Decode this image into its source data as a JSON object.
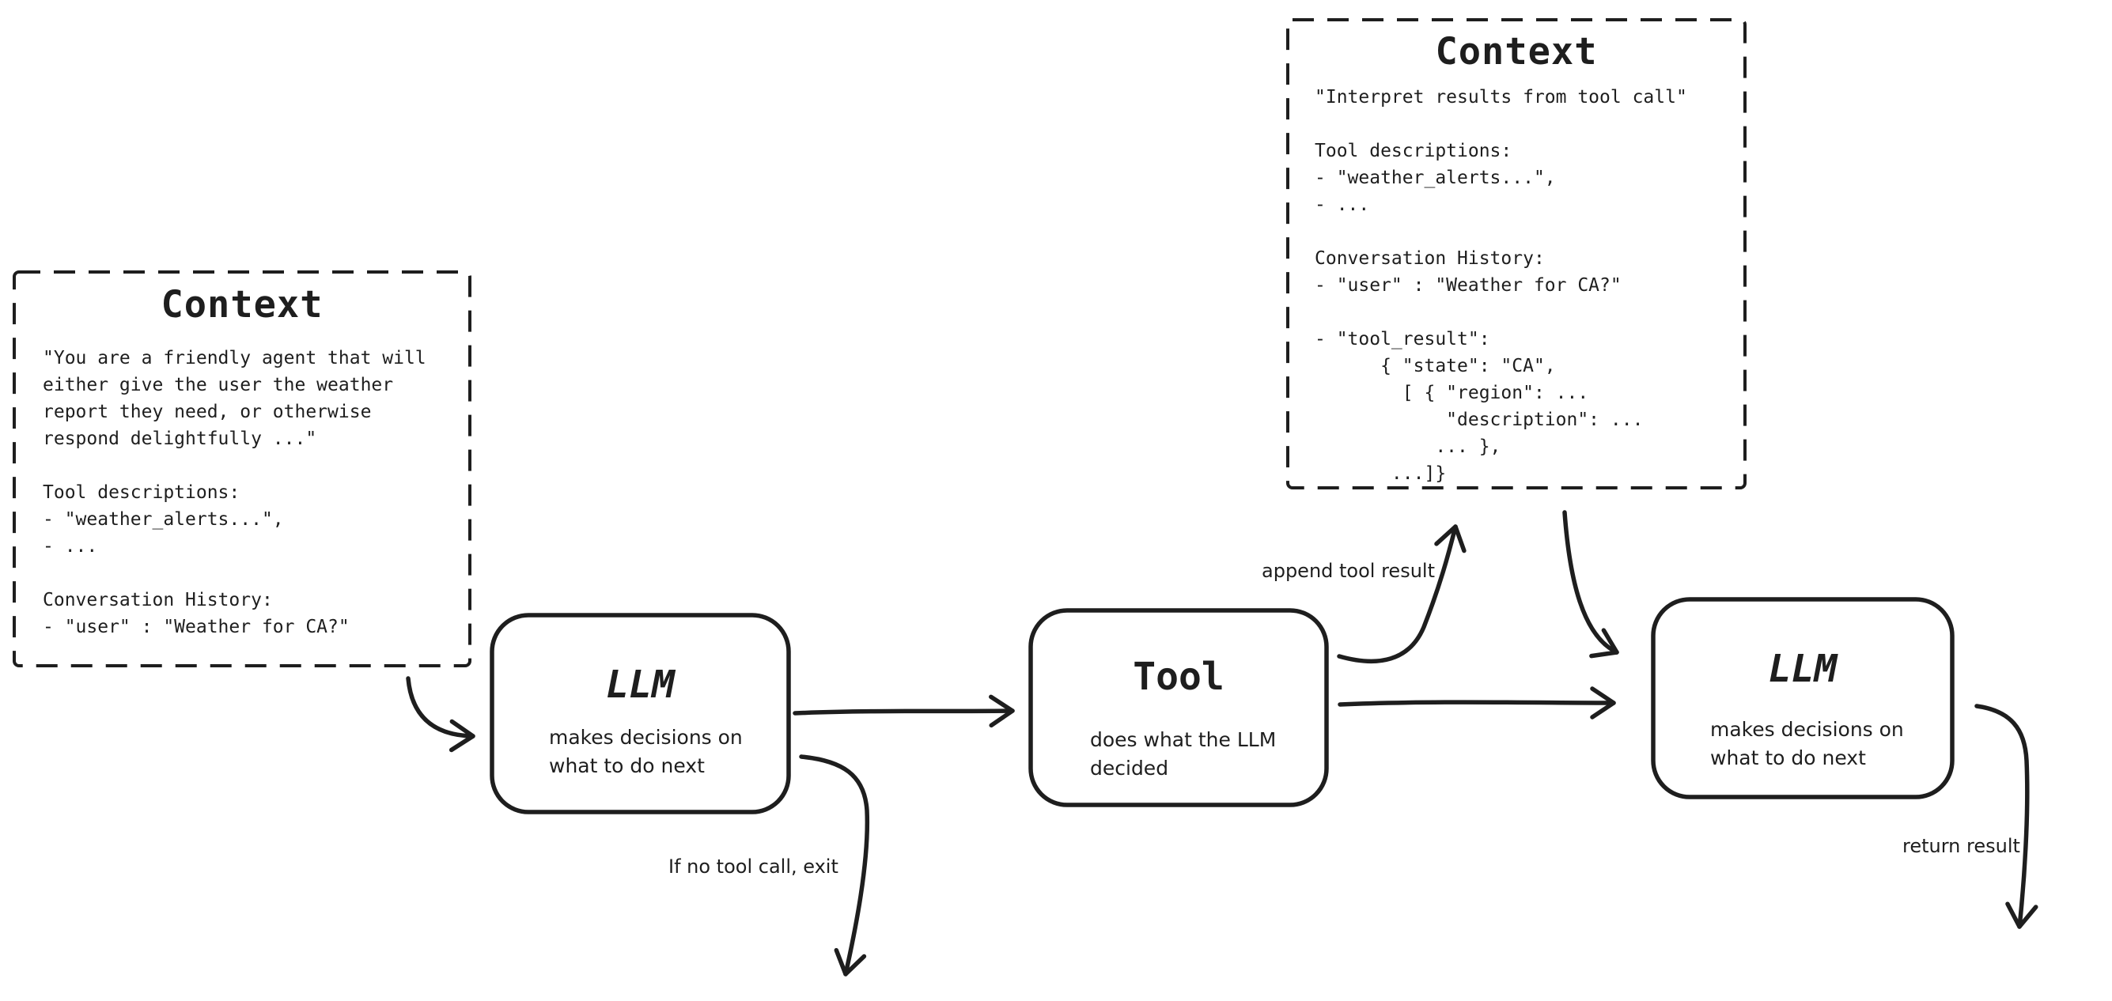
{
  "diagram": {
    "colors": {
      "stroke": "#1e1e1e",
      "background": "#ffffff"
    },
    "context_initial": {
      "title": "Context",
      "body": "\"You are a friendly agent that will\neither give the user the weather\nreport they need, or otherwise\nrespond delightfully ...\"\n\nTool descriptions:\n- \"weather_alerts...\",\n- ...\n\nConversation History:\n- \"user\" : \"Weather for CA?\""
    },
    "context_with_result": {
      "title": "Context",
      "body": "\"Interpret results from tool call\"\n\nTool descriptions:\n- \"weather_alerts...\",\n- ...\n\nConversation History:\n- \"user\" : \"Weather for CA?\"\n\n- \"tool_result\":\n      { \"state\": \"CA\",\n        [ { \"region\": ...\n            \"description\": ...\n           ... },\n       ...]}"
    },
    "llm_first": {
      "title": "LLM",
      "subtitle": "makes decisions on\nwhat to do next"
    },
    "tool": {
      "title": "Tool",
      "subtitle": "does what the LLM\ndecided"
    },
    "llm_second": {
      "title": "LLM",
      "subtitle": "makes decisions on\nwhat to do next"
    },
    "edge_labels": {
      "append_tool_result": "append tool result",
      "if_no_tool_call_exit": "If no tool call, exit",
      "return_result": "return result"
    }
  }
}
